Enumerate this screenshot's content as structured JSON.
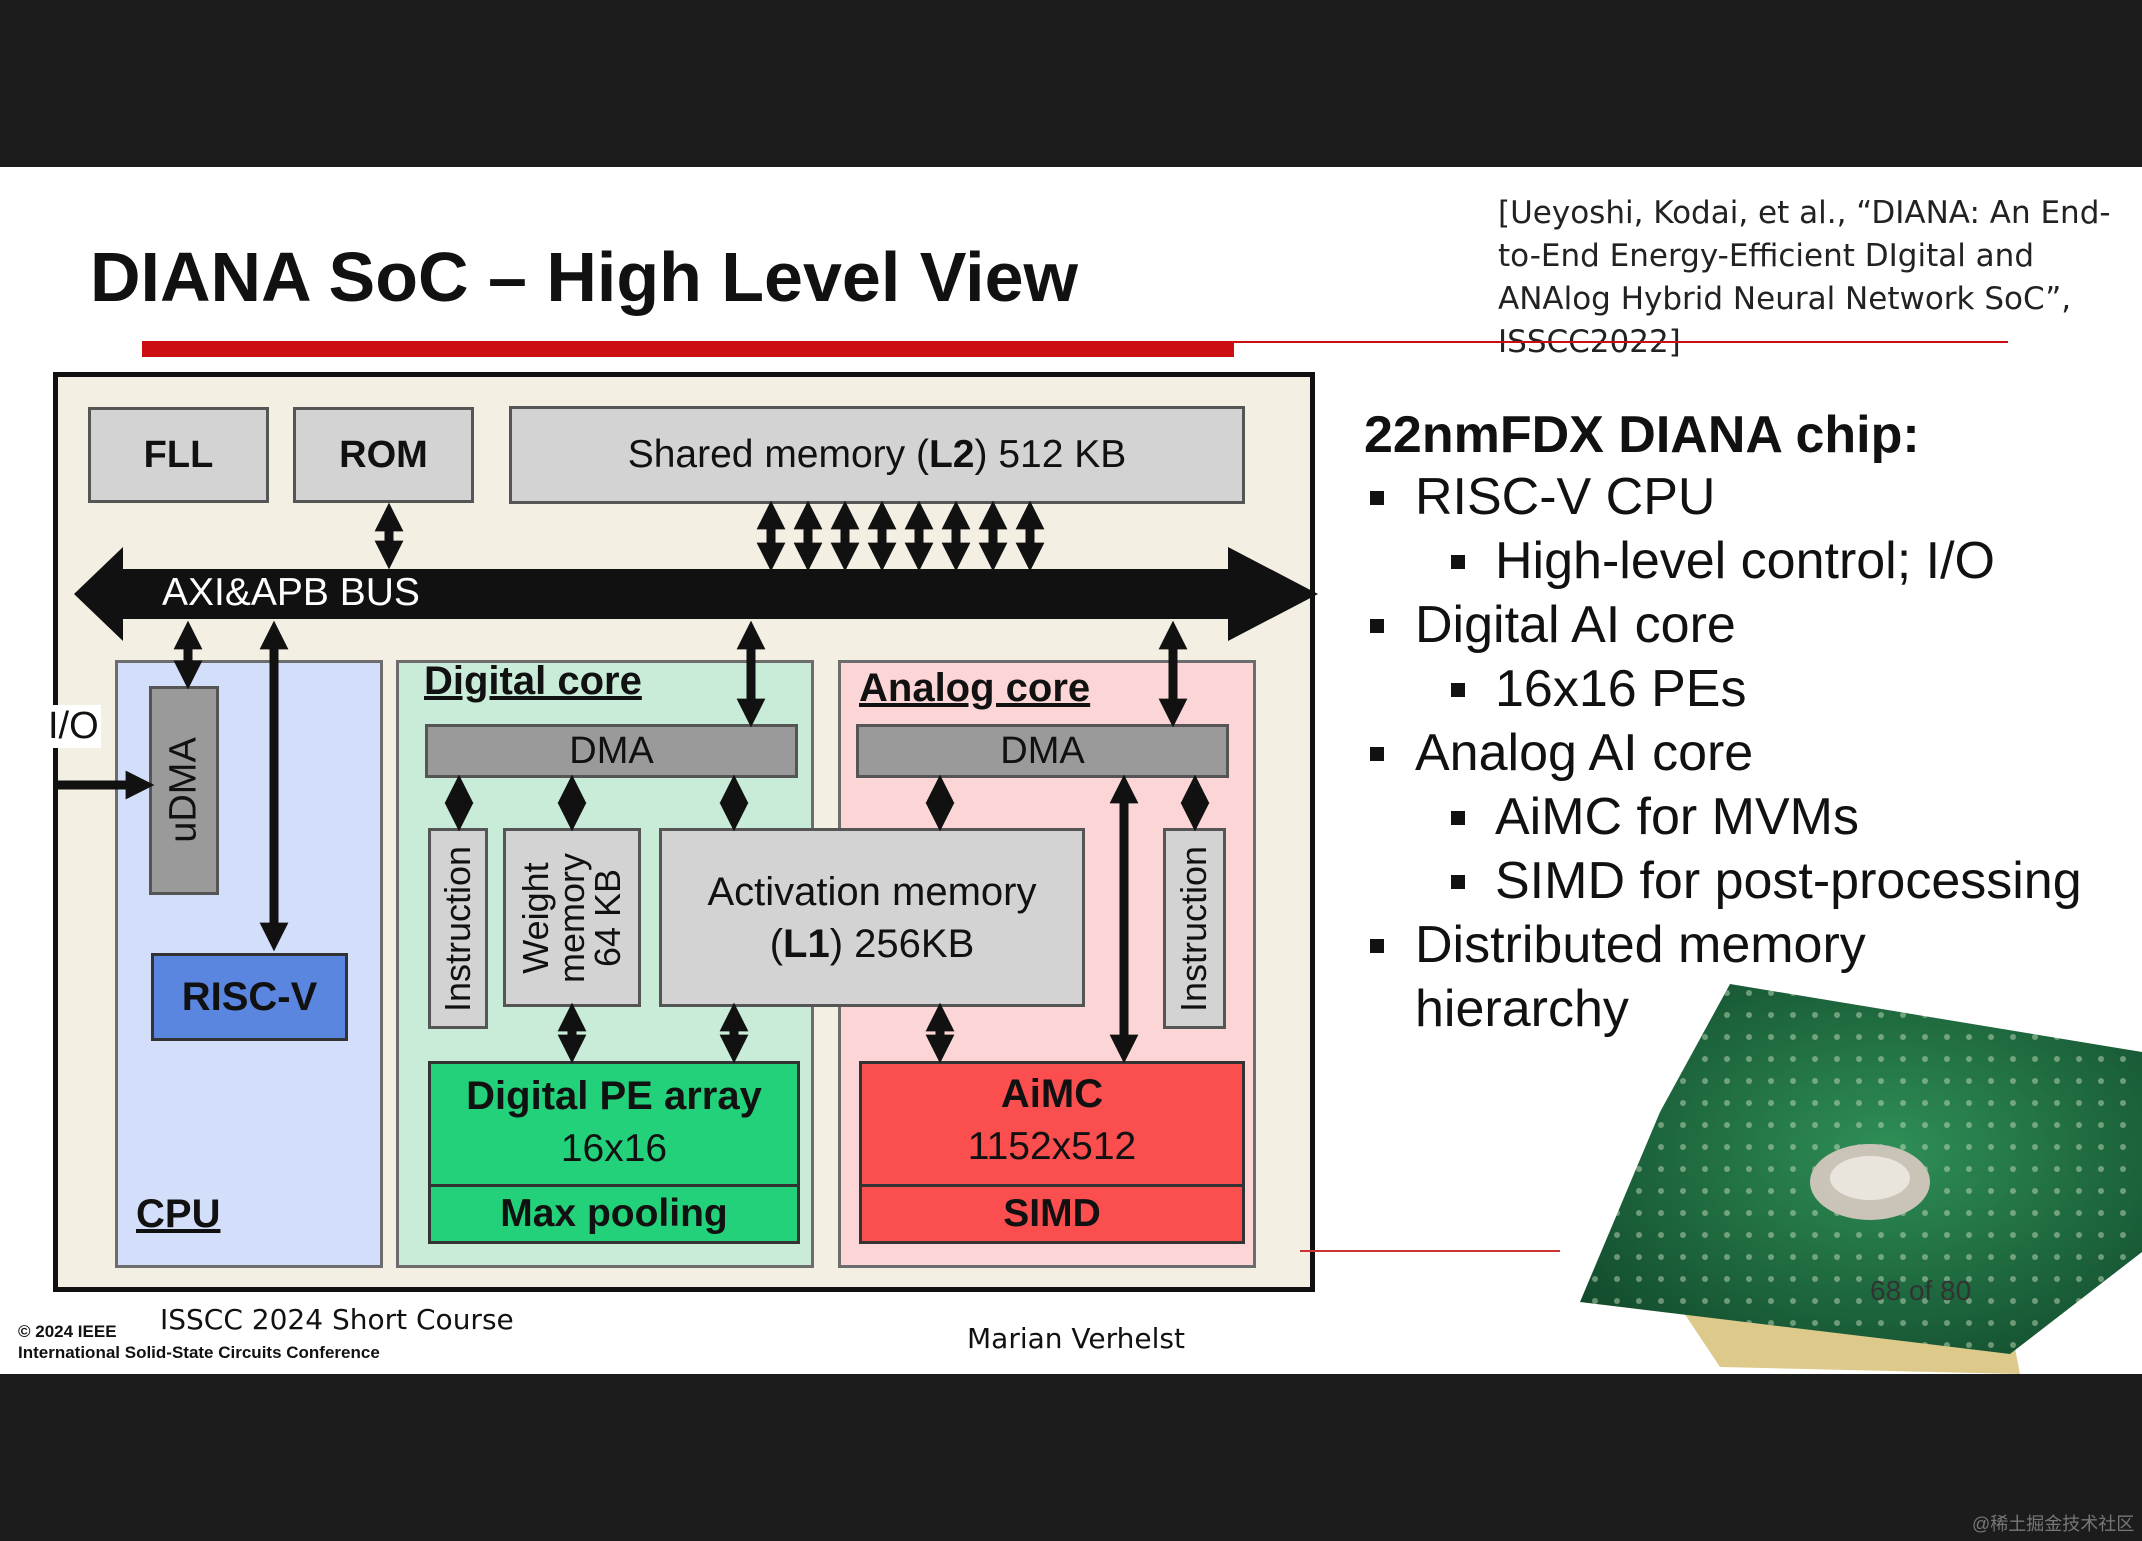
{
  "title": "DIANA SoC – High Level View",
  "citation": "[Ueyoshi, Kodai, et al., “DIANA: An End-to-End Energy-Efficient DIgital and ANAlog Hybrid Neural Network SoC”, ISSCC2022]",
  "diagram": {
    "fll": "FLL",
    "rom": "ROM",
    "l2": {
      "prefix": "Shared memory (",
      "bold": "L2",
      "suffix": ") 512 KB"
    },
    "bus": "AXI&APB BUS",
    "io": "I/O",
    "udma": "uDMA",
    "riscv": "RISC-V",
    "cpu": "CPU",
    "digital_core": {
      "label": "Digital core",
      "dma": "DMA",
      "instruction": "Instruction",
      "weight_line1": "Weight",
      "weight_line2": "memory",
      "weight_line3": "64 KB",
      "activation_line1": "Activation memory",
      "activation_bold": "L1",
      "activation_suffix": ") 256KB",
      "pe_title": "Digital PE array",
      "pe_size": "16x16",
      "maxpool": "Max pooling"
    },
    "analog_core": {
      "label": "Analog core",
      "dma": "DMA",
      "instruction": "Instruction",
      "aimc_title": "AiMC",
      "aimc_size": "1152x512",
      "simd": "SIMD"
    },
    "colors": {
      "cpu_region": "#d3defb",
      "digital_region": "#c9ecd9",
      "analog_region": "#fcd6d6",
      "pe": "#22d17a",
      "aimc": "#fb4e4e",
      "riscv": "#5b86e0"
    }
  },
  "bullets": {
    "heading": "22nmFDX DIANA chip:",
    "items": [
      {
        "level": 1,
        "text": "RISC-V CPU"
      },
      {
        "level": 2,
        "text": "High-level control; I/O"
      },
      {
        "level": 1,
        "text": "Digital AI core"
      },
      {
        "level": 2,
        "text": "16x16 PEs"
      },
      {
        "level": 1,
        "text": "Analog AI core"
      },
      {
        "level": 2,
        "text": "AiMC for MVMs"
      },
      {
        "level": 2,
        "text": "SIMD for post-processing"
      },
      {
        "level": 1,
        "text": "Distributed memory"
      },
      {
        "level": 0,
        "text": "hierarchy"
      }
    ]
  },
  "footer": {
    "copyright": "© 2024 IEEE",
    "conference": "International Solid-State Circuits Conference",
    "course": "ISSCC 2024 Short Course",
    "presenter": "Marian Verhelst",
    "page": "68 of 80"
  },
  "watermark": "@稀土掘金技术社区"
}
